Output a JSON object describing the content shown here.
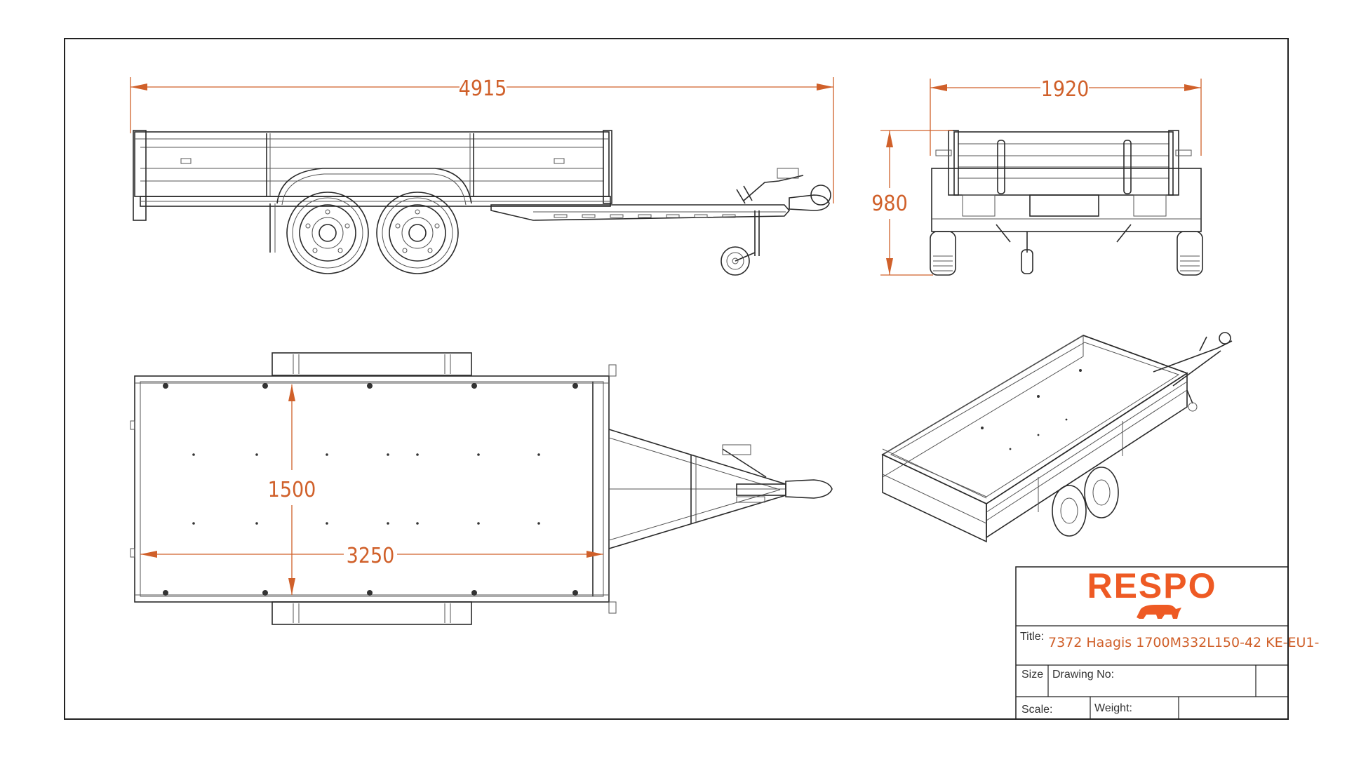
{
  "dimensions": {
    "side_length": "4915",
    "rear_width": "1920",
    "rear_height": "980",
    "bed_width": "1500",
    "bed_length": "3250"
  },
  "title_block": {
    "brand": "RESPO",
    "title_label": "Title:",
    "title_value": "7372 Haagis 1700M332L150-42 KE-EU1-",
    "size_label": "Size",
    "drawing_no_label": "Drawing No:",
    "scale_label": "Scale:",
    "weight_label": "Weight:"
  },
  "colors": {
    "dimension": "#d0602a",
    "brand": "#ee5a24",
    "line": "#2a2a2a"
  }
}
